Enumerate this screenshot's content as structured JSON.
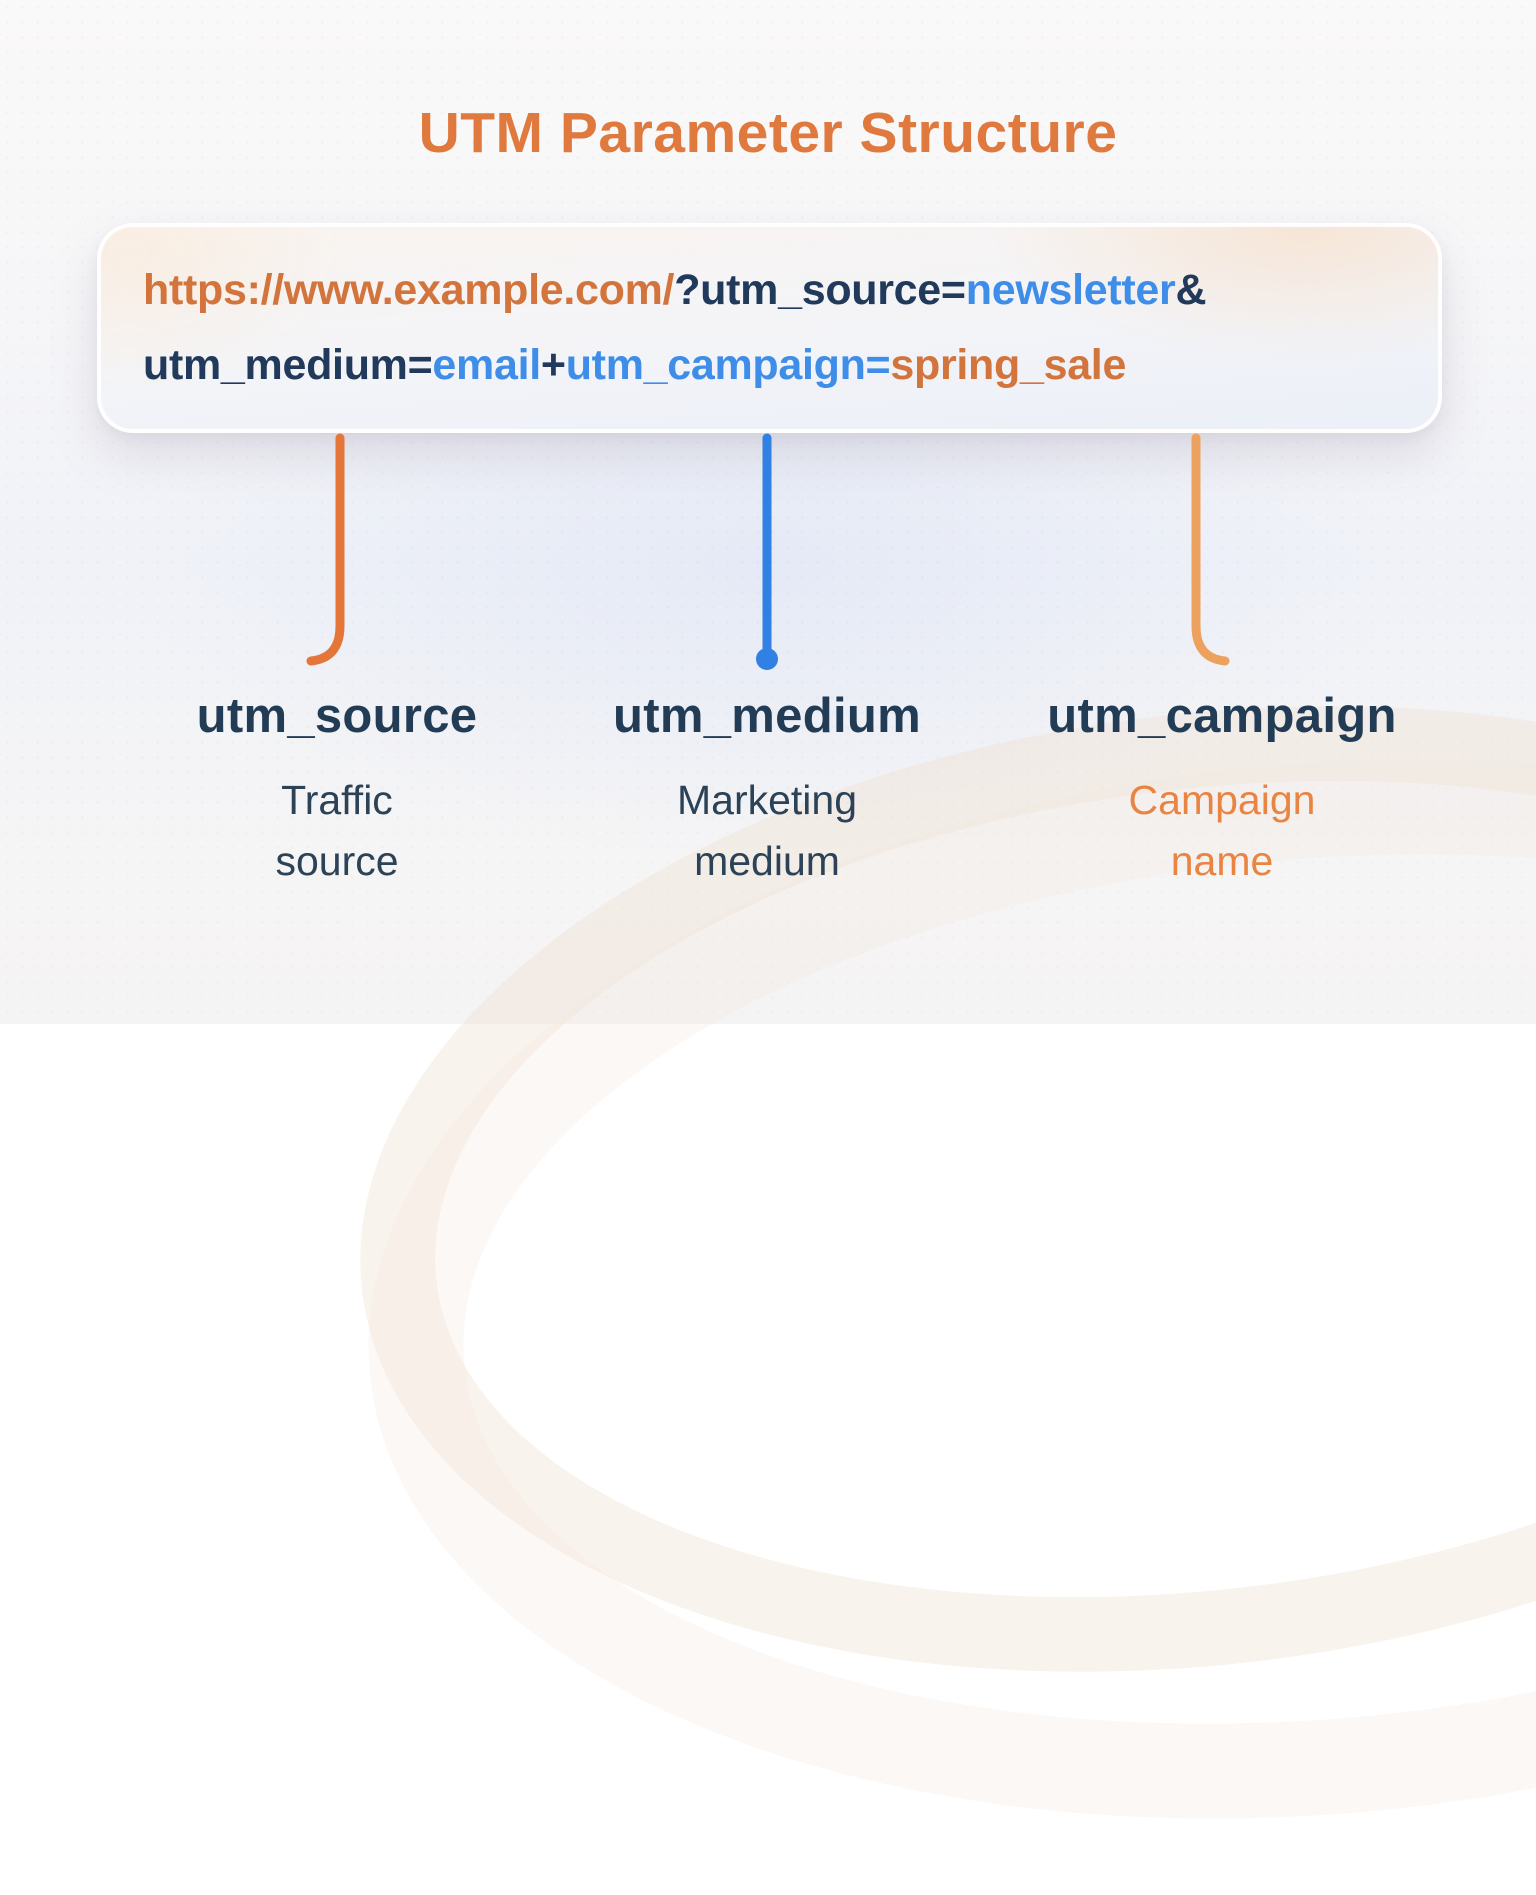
{
  "title": "UTM Parameter Structure",
  "palette": {
    "title_orange": "#E0793D",
    "url_orange": "#D2743C",
    "url_navy": "#21395B",
    "url_blue": "#3E8DE9",
    "conn_orange_left": "#E4763A",
    "conn_blue": "#3180E3",
    "conn_orange_right": "#EDA15F",
    "label_navy": "#233C56",
    "desc_navy": "#2B4257",
    "desc_orange": "#E98442"
  },
  "url_bar": {
    "line1_segments": [
      {
        "text": "https://www.example.com/",
        "color": "orange"
      },
      {
        "text": "?utm_source=",
        "color": "navy"
      },
      {
        "text": "newsletter",
        "color": "blue"
      },
      {
        "text": "&",
        "color": "navy"
      }
    ],
    "line2_segments": [
      {
        "text": "utm_medium=",
        "color": "navy"
      },
      {
        "text": "email",
        "color": "blue"
      },
      {
        "text": "+",
        "color": "navy"
      },
      {
        "text": "utm_campaign=",
        "color": "blue"
      },
      {
        "text": "spring_sale",
        "color": "orange"
      }
    ]
  },
  "parameters": [
    {
      "name": "utm_source",
      "description_line1": "Traffic",
      "description_line2": "source",
      "description_color": "navy",
      "connector_color": "#E4763A",
      "connector_style": "hook-left"
    },
    {
      "name": "utm_medium",
      "description_line1": "Marketing",
      "description_line2": "medium",
      "description_color": "navy",
      "connector_color": "#3180E3",
      "connector_style": "straight-with-dot"
    },
    {
      "name": "utm_campaign",
      "description_line1": "Campaign",
      "description_line2": "name",
      "description_color": "orange",
      "connector_color": "#EDA15F",
      "connector_style": "hook-right"
    }
  ]
}
